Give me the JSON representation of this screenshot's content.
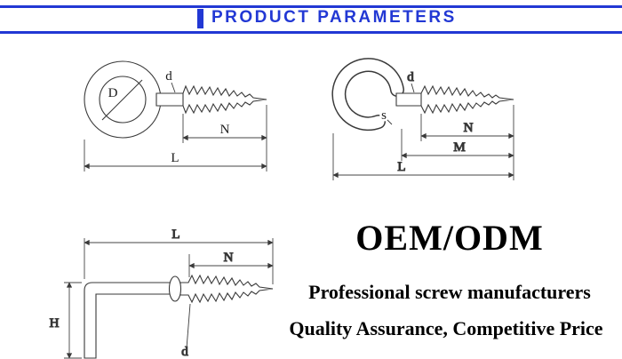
{
  "header": {
    "title": "PRODUCT PARAMETERS"
  },
  "colors": {
    "accent": "#2238d4",
    "line_art": "#3a3a3a",
    "text": "#000000"
  },
  "diagram_top_left": {
    "type": "closed-eye-screw",
    "labels": {
      "D": "D",
      "d": "d",
      "N": "N",
      "L": "L"
    }
  },
  "diagram_top_right": {
    "type": "open-eye-screw",
    "labels": {
      "d": "d",
      "s": "s",
      "N": "N",
      "M": "M",
      "L": "L"
    }
  },
  "diagram_bottom_left": {
    "type": "l-hook-screw",
    "labels": {
      "L": "L",
      "N": "N",
      "H": "H",
      "d": "d"
    }
  },
  "promo": {
    "headline": "OEM/ODM",
    "line1": "Professional screw manufacturers",
    "line2": "Quality Assurance, Competitive Price"
  }
}
